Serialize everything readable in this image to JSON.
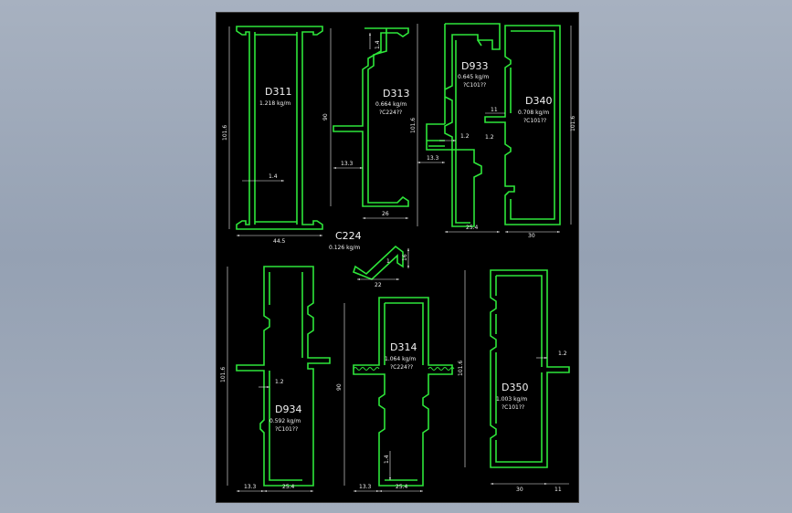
{
  "sheet": {
    "background": "#000000",
    "profile_color": "#2ee63a",
    "dimension_color": "#f2f2f2"
  },
  "profiles": {
    "d311": {
      "name": "D311",
      "weight": "1.218 kg/m",
      "dims": {
        "height": "101.6",
        "width": "44.5",
        "wall": "1.4"
      }
    },
    "d313": {
      "name": "D313",
      "weight": "0.664 kg/m",
      "code": "?C224??",
      "dims": {
        "height": "90",
        "step": "13.3",
        "width": "26",
        "wall": "1.4"
      }
    },
    "d933": {
      "name": "D933",
      "weight": "0.645 kg/m",
      "code": "?C101??",
      "dims": {
        "height": "101.6",
        "step": "13.3",
        "width": "25.4",
        "wall": "1.2"
      }
    },
    "d340": {
      "name": "D340",
      "weight": "0.708 kg/m",
      "code": "?C101??",
      "dims": {
        "height": "101.6",
        "width": "30",
        "leg": "11",
        "wall": "1.2"
      }
    },
    "c224": {
      "name": "C224",
      "weight": "0.126 kg/m",
      "dims": {
        "width": "22",
        "height": "16",
        "angle": "1"
      }
    },
    "d934": {
      "name": "D934",
      "weight": "0.592 kg/m",
      "code": "?C101??",
      "dims": {
        "height": "101.6",
        "step": "13.3",
        "width": "25.4",
        "wall": "1.2"
      }
    },
    "d314": {
      "name": "D314",
      "weight": "1.064 kg/m",
      "code": "?C224??",
      "dims": {
        "height": "90",
        "step": "13.3",
        "width": "25.4",
        "wall": "1.4"
      }
    },
    "d350": {
      "name": "D350",
      "weight": "1.003 kg/m",
      "code": "?C101??",
      "dims": {
        "height": "101.6",
        "width": "30",
        "leg": "11",
        "wall": "1.2"
      }
    }
  }
}
